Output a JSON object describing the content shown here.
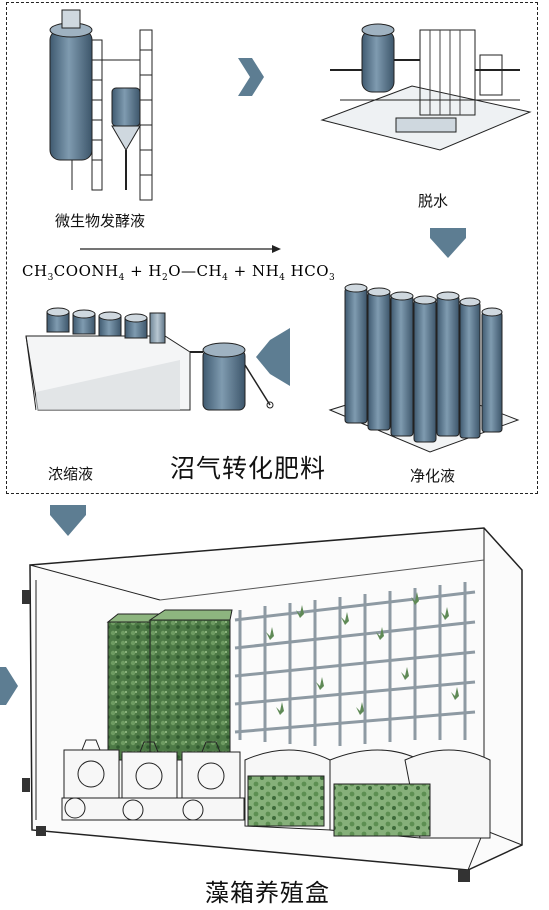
{
  "labels": {
    "fermentation": "微生物发酵液",
    "dewatering": "脱水",
    "purified": "净化液",
    "concentrate": "浓缩液",
    "center_title": "沼气转化肥料",
    "box_title": "藻箱养殖盒"
  },
  "formula": {
    "p1": "CH",
    "s1": "3",
    "p2": "COONH",
    "s2": "4",
    "p3": "+ H",
    "s3": "2",
    "p4": "O—CH",
    "s4": "4",
    "p5": "+ NH",
    "s5": "4",
    "p6": " HCO",
    "s6": "3"
  },
  "colors": {
    "tank_blue": "#5a7890",
    "arrow_blue": "#5d7d92",
    "algae_green": "#4f7a4a",
    "frame_grey": "#8e9aa3"
  }
}
